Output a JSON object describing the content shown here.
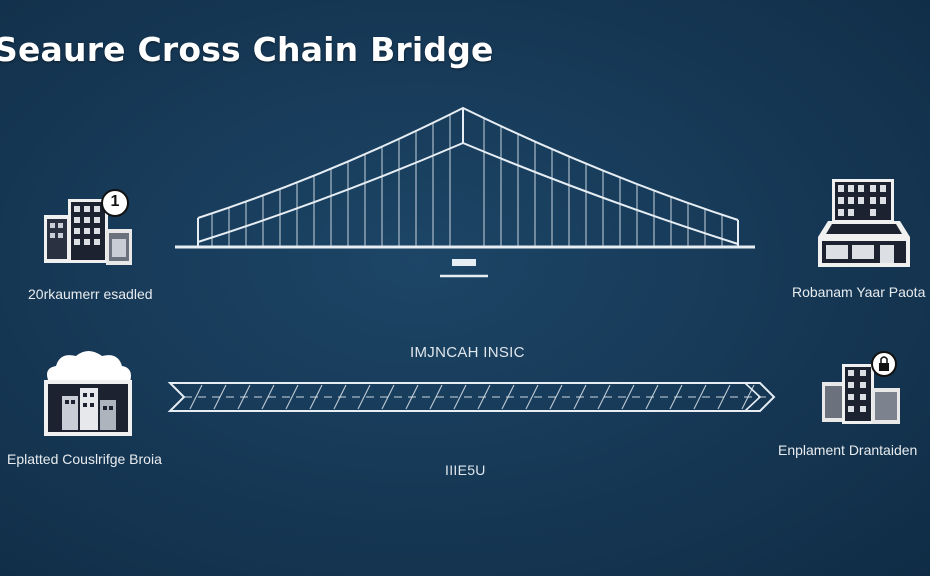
{
  "title": "Seaure Cross Chain Bridge",
  "nodes": {
    "left_top": {
      "badge": "1",
      "label": "20rkaumerr esadled"
    },
    "right_top": {
      "label": "Robanam Yaar Paota"
    },
    "left_bottom": {
      "label": "Eplatted Couslrifge Broia"
    },
    "right_bottom": {
      "label": "Enplament Drantaiden"
    }
  },
  "middle_label": "IMJNCAH INSIC",
  "bottom_label": "IIIE5U",
  "colors": {
    "background": "#173a58",
    "line": "#e6edf3"
  }
}
